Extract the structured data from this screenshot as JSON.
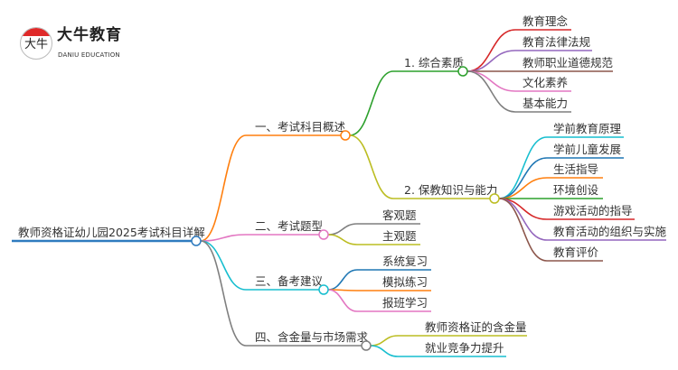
{
  "logo": {
    "title": "大牛教育",
    "subtitle": "DANIU EDUCATION",
    "mark": "大牛"
  },
  "root": {
    "label": "教师资格证幼儿园2025考试科目详解"
  },
  "branches": [
    {
      "label": "一、考试科目概述",
      "color": "#ff7f0e",
      "children": [
        {
          "label": "1. 综合素质",
          "color": "#2ca02c",
          "children": [
            {
              "label": "教育理念",
              "color": "#d62728"
            },
            {
              "label": "教育法律法规",
              "color": "#9467bd"
            },
            {
              "label": "教师职业道德规范",
              "color": "#8c564b"
            },
            {
              "label": "文化素养",
              "color": "#e377c2"
            },
            {
              "label": "基本能力",
              "color": "#7f7f7f"
            }
          ]
        },
        {
          "label": "2. 保教知识与能力",
          "color": "#bcbd22",
          "children": [
            {
              "label": "学前教育原理",
              "color": "#17becf"
            },
            {
              "label": "学前儿童发展",
              "color": "#1f77b4"
            },
            {
              "label": "生活指导",
              "color": "#ff7f0e"
            },
            {
              "label": "环境创设",
              "color": "#2ca02c"
            },
            {
              "label": "游戏活动的指导",
              "color": "#d62728"
            },
            {
              "label": "教育活动的组织与实施",
              "color": "#9467bd"
            },
            {
              "label": "教育评价",
              "color": "#8c564b"
            }
          ]
        }
      ]
    },
    {
      "label": "二、考试题型",
      "color": "#e377c2",
      "children": [
        {
          "label": "客观题",
          "color": "#7f7f7f"
        },
        {
          "label": "主观题",
          "color": "#bcbd22"
        }
      ]
    },
    {
      "label": "三、备考建议",
      "color": "#17becf",
      "children": [
        {
          "label": "系统复习",
          "color": "#1f77b4"
        },
        {
          "label": "模拟练习",
          "color": "#ff7f0e"
        },
        {
          "label": "报班学习",
          "color": "#e377c2"
        }
      ]
    },
    {
      "label": "四、含金量与市场需求",
      "color": "#7f7f7f",
      "children": [
        {
          "label": "教师资格证的含金量",
          "color": "#bcbd22"
        },
        {
          "label": "就业竞争力提升",
          "color": "#17becf"
        }
      ]
    }
  ],
  "root_color": "#2f7bbf"
}
